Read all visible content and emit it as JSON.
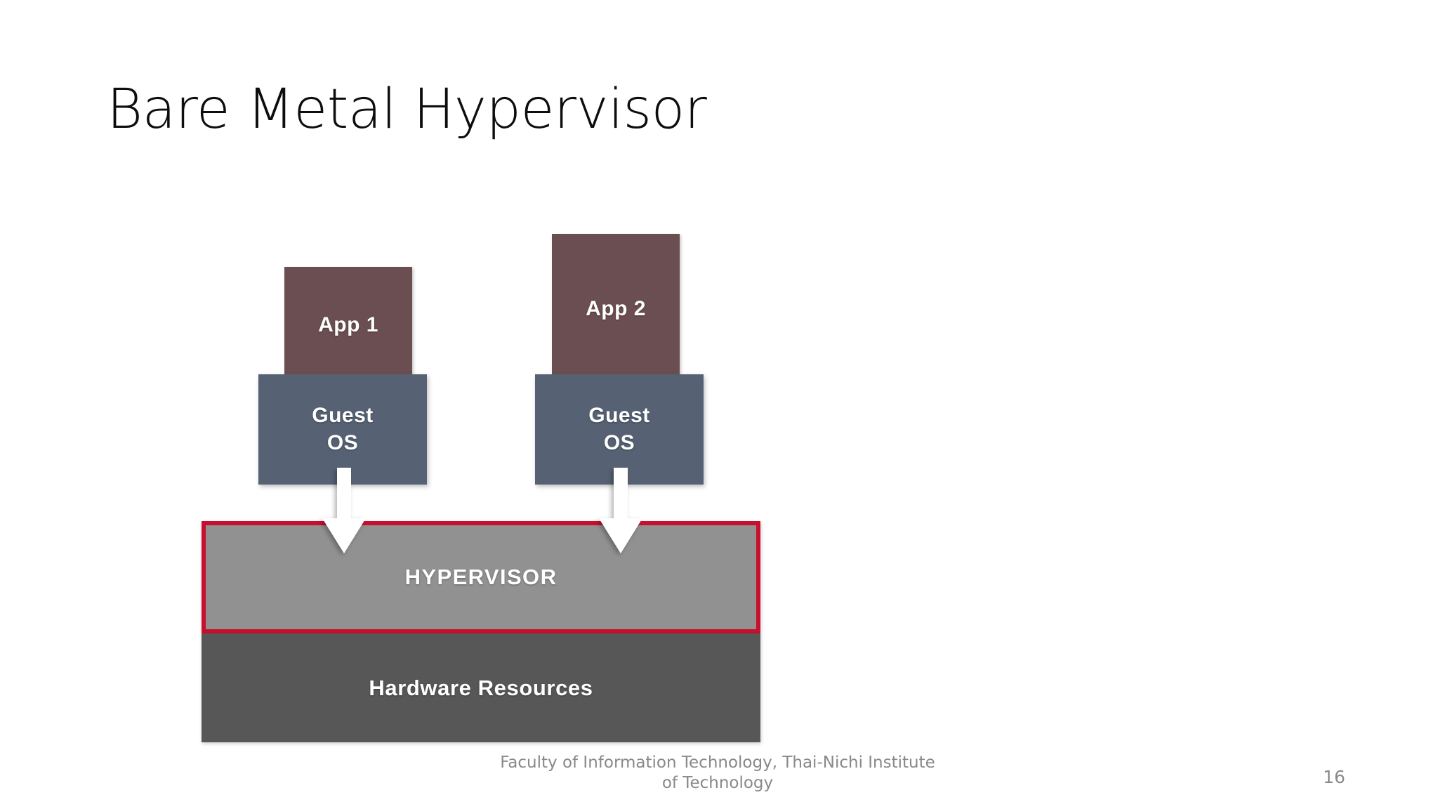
{
  "slide": {
    "title": "Bare Metal Hypervisor",
    "page_number": "16",
    "footer": "Faculty of Information Technology, Thai-Nichi Institute of Technology",
    "background_color": "#ffffff"
  },
  "diagram": {
    "type": "layered-architecture",
    "name": "bare-metal-hypervisor-stack",
    "layers": {
      "apps": [
        {
          "label": "App 1",
          "color": "#6b4e51"
        },
        {
          "label": "App 2",
          "color": "#6b4e51"
        }
      ],
      "guest_os": [
        {
          "label_line1": "Guest",
          "label_line2": "OS",
          "color": "#566274"
        },
        {
          "label_line1": "Guest",
          "label_line2": "OS",
          "color": "#566274"
        }
      ],
      "hypervisor": {
        "label": "HYPERVISOR",
        "fill_color": "#919191",
        "border_color": "#c8102e"
      },
      "hardware": {
        "label": "Hardware Resources",
        "fill_color": "#575757"
      }
    },
    "arrows": [
      {
        "name": "guest-os-1-to-hypervisor",
        "direction": "down",
        "color": "#ffffff"
      },
      {
        "name": "guest-os-2-to-hypervisor",
        "direction": "down",
        "color": "#ffffff"
      }
    ]
  }
}
